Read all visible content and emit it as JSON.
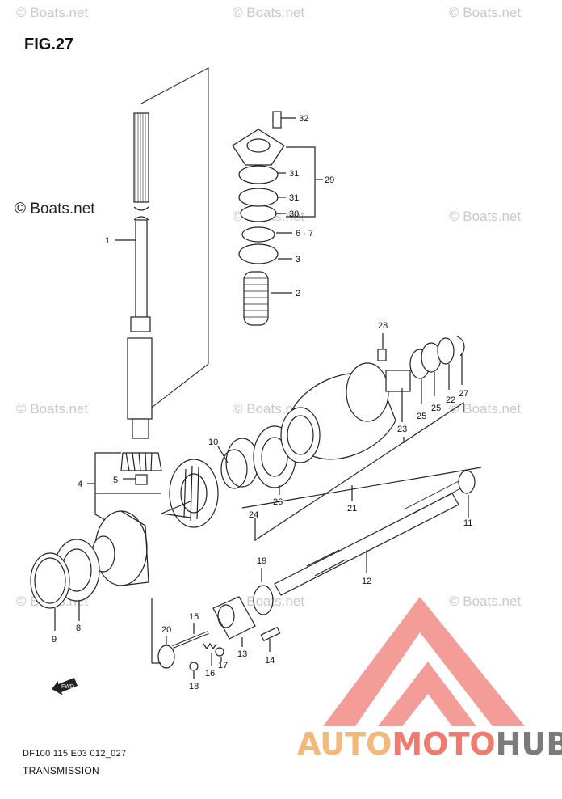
{
  "figure": {
    "title": "FIG.27",
    "copyright": "© Boats.net",
    "watermark_text": "© Boats.net",
    "footer_code": "DF100 115 E03 012_027",
    "footer_name": "TRANSMISSION"
  },
  "brand": {
    "part1": "AUTO",
    "part2": "MOTO",
    "part3": "HUB",
    "color_auto": "#f2b97a",
    "color_moto": "#f07a6f",
    "color_hub": "#7a7a7a",
    "triangle_color": "#f28b86"
  },
  "callouts": {
    "c1": "1",
    "c2": "2",
    "c3": "3",
    "c4": "4",
    "c5": "5",
    "c67": "6 · 7",
    "c8": "8",
    "c9": "9",
    "c10": "10",
    "c11": "11",
    "c12": "12",
    "c13": "13",
    "c14": "14",
    "c15": "15",
    "c16": "16",
    "c17": "17",
    "c18": "18",
    "c19": "19",
    "c20": "20",
    "c21": "21",
    "c22": "22",
    "c23": "23",
    "c24": "24",
    "c25a": "25",
    "c25b": "25",
    "c26": "26",
    "c27": "27",
    "c28": "28",
    "c29": "29",
    "c30": "30",
    "c31a": "31",
    "c31b": "31",
    "c32": "32"
  },
  "fwd_label": "FWD"
}
